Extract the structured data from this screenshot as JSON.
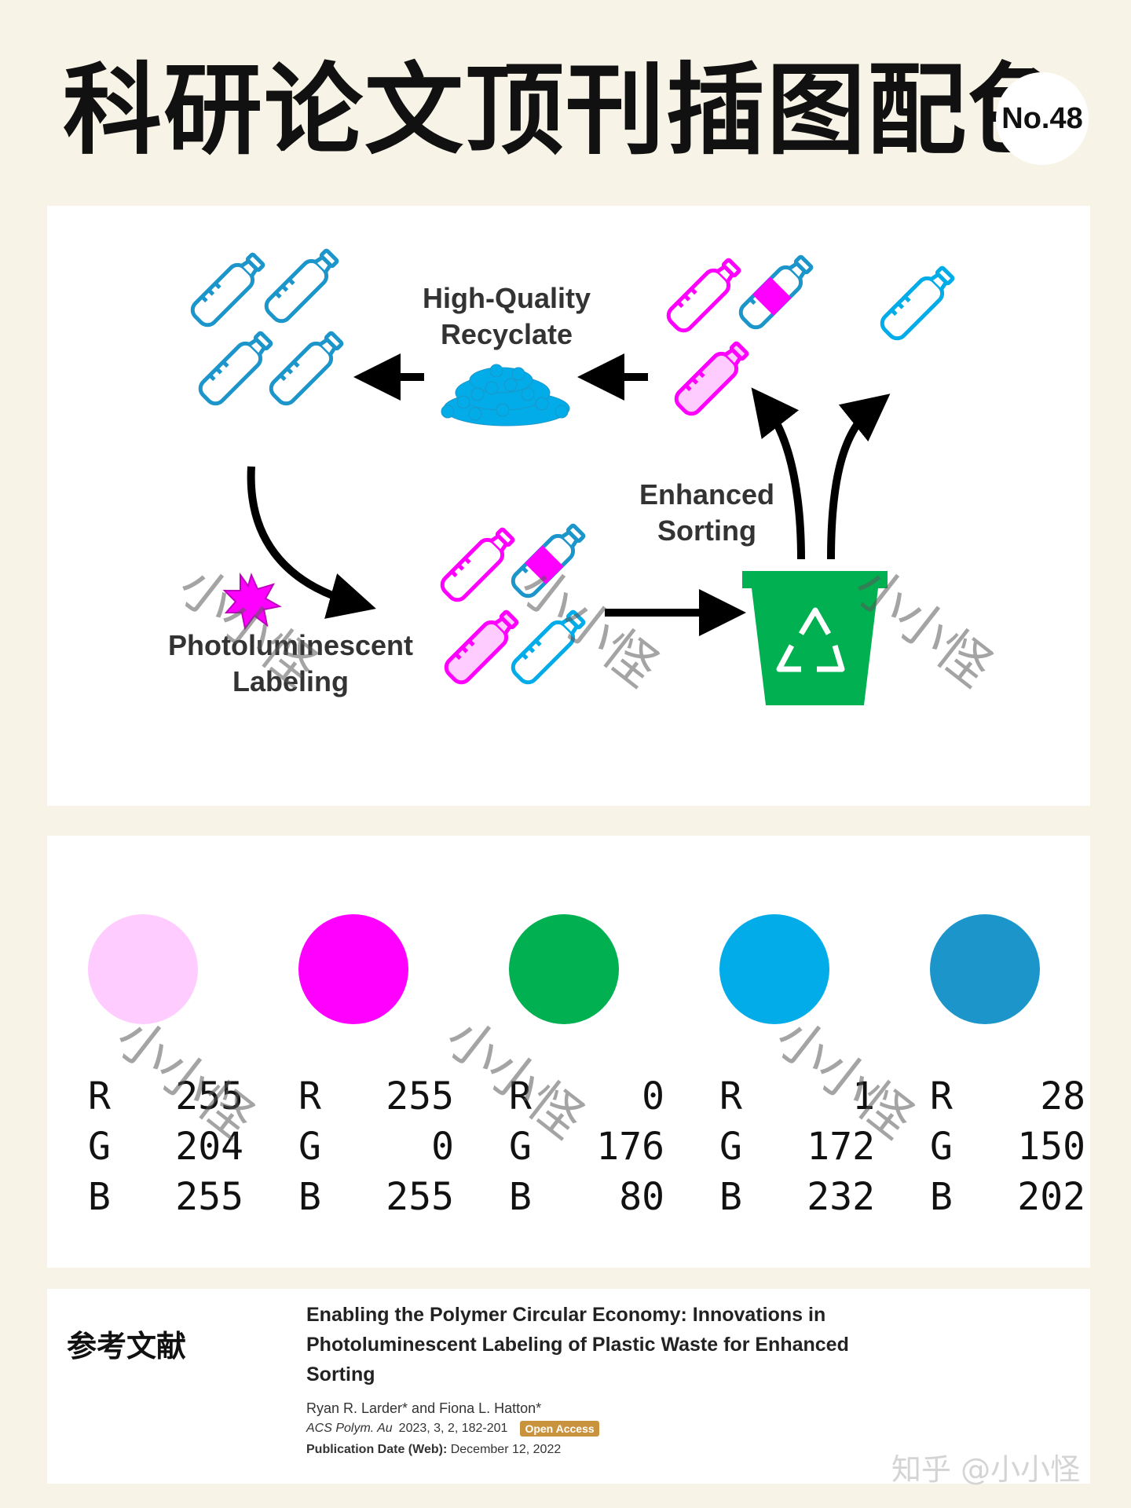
{
  "header": {
    "title": "科研论文顶刊插图配色",
    "badge": "No.48"
  },
  "figure": {
    "labels": {
      "recycle_1": "High-Quality",
      "recycle_2": "Recyclate",
      "sorting_1": "Enhanced",
      "sorting_2": "Sorting",
      "photo_1": "Photoluminescent",
      "photo_2": "Labeling"
    },
    "colors": {
      "light_pink": "#ffccff",
      "magenta": "#ff00ff",
      "green": "#01b050",
      "sky_blue": "#01ace8",
      "steel_blue": "#1c96ca"
    },
    "icons": [
      "bottle-icon",
      "pellet-pile-icon",
      "recycle-bin-icon",
      "recycle-symbol-icon",
      "starburst-icon",
      "arrow-icon"
    ]
  },
  "palette": [
    {
      "color": "#ffccff",
      "r": "255",
      "g": "204",
      "b": "255"
    },
    {
      "color": "#ff00ff",
      "r": "255",
      "g": "0",
      "b": "255"
    },
    {
      "color": "#01b050",
      "r": "0",
      "g": "176",
      "b": "80"
    },
    {
      "color": "#01ace8",
      "r": "1",
      "g": "172",
      "b": "232"
    },
    {
      "color": "#1c96ca",
      "r": "28",
      "g": "150",
      "b": "202"
    }
  ],
  "reference": {
    "label": "参考文献",
    "title": "Enabling the Polymer Circular Economy: Innovations in Photoluminescent Labeling of Plastic Waste for Enhanced Sorting",
    "authors": "Ryan R. Larder* and Fiona L. Hatton*",
    "journal": "ACS Polym. Au",
    "citation": "2023, 3, 2, 182-201",
    "open_access": "Open Access",
    "date_label": "Publication Date (Web):",
    "date": "December 12, 2022"
  },
  "watermark": {
    "text": "小小怪",
    "source": "知乎 @小小怪"
  }
}
